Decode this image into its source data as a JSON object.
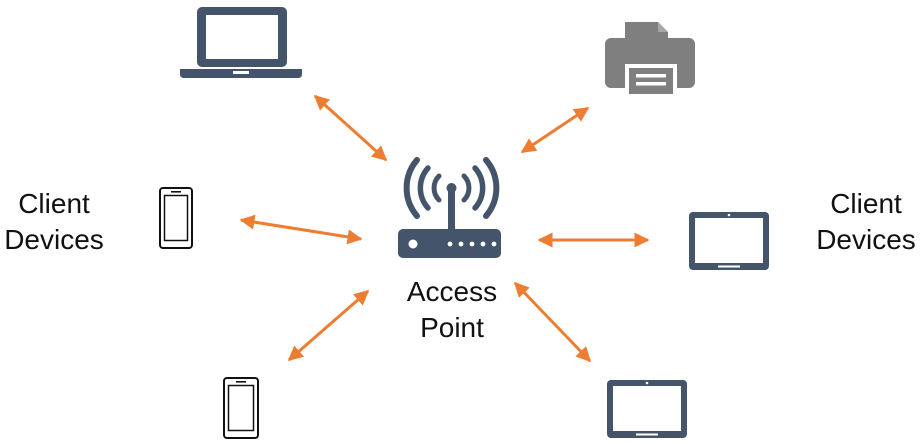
{
  "labels": {
    "client_devices_left": [
      "Client",
      "Devices"
    ],
    "client_devices_right": [
      "Client",
      "Devices"
    ],
    "access_point": [
      "Access",
      "Point"
    ]
  },
  "colors": {
    "device": "#44546A",
    "printer": "#7F7F7F",
    "arrow": "#ED7D31",
    "text": "#111111"
  },
  "nodes": [
    {
      "name": "access-point",
      "icon": "wireless-router-icon"
    },
    {
      "name": "laptop",
      "icon": "laptop-icon"
    },
    {
      "name": "printer",
      "icon": "printer-icon"
    },
    {
      "name": "smartphone-left",
      "icon": "smartphone-icon"
    },
    {
      "name": "tablet-right",
      "icon": "tablet-icon"
    },
    {
      "name": "smartphone-bottom",
      "icon": "smartphone-icon"
    },
    {
      "name": "tablet-bottom",
      "icon": "tablet-icon"
    }
  ],
  "connections": [
    {
      "from": "access-point",
      "to": "laptop",
      "style": "bidirectional-arrow"
    },
    {
      "from": "access-point",
      "to": "printer",
      "style": "bidirectional-arrow"
    },
    {
      "from": "access-point",
      "to": "smartphone-left",
      "style": "bidirectional-arrow"
    },
    {
      "from": "access-point",
      "to": "tablet-right",
      "style": "bidirectional-arrow"
    },
    {
      "from": "access-point",
      "to": "smartphone-bottom",
      "style": "bidirectional-arrow"
    },
    {
      "from": "access-point",
      "to": "tablet-bottom",
      "style": "bidirectional-arrow"
    }
  ]
}
